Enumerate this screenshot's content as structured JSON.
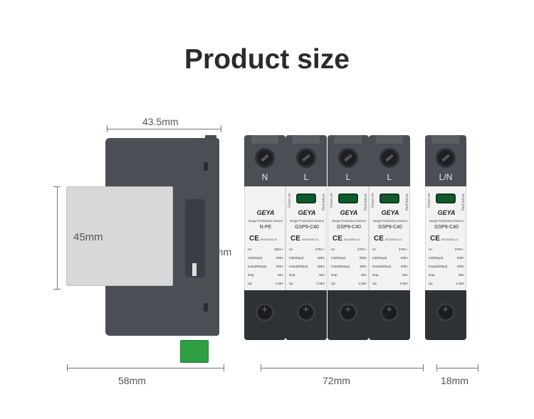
{
  "title": "Product size",
  "dimensions": {
    "width_side": "43.5mm",
    "height_panel": "45mm",
    "depth_rail": "7mm",
    "depth_total": "58mm",
    "width_group": "72mm",
    "width_single": "18mm"
  },
  "modules": [
    {
      "terminal": "N",
      "brand": "GEYA",
      "subtitle": "Surge Protective Device",
      "model": "N-PE",
      "standard": "IEC61643-11",
      "window": false,
      "specs": [
        {
          "k": "Uc",
          "v": "255V~"
        },
        {
          "k": "In(8/20μs)",
          "v": "20kA"
        },
        {
          "k": "Imax(8/20μs)",
          "v": "40kA"
        },
        {
          "k": "Iimp",
          "v": "5kA"
        },
        {
          "k": "Up",
          "v": "1.5kV"
        }
      ]
    },
    {
      "terminal": "L",
      "brand": "GEYA",
      "subtitle": "Surge Protective Device",
      "model": "GSP9-C40",
      "standard": "IEC61643-11",
      "window": true,
      "left_text": "Green:ok",
      "right_text": "Red:failure",
      "specs": [
        {
          "k": "Uc",
          "v": "275V~"
        },
        {
          "k": "In(8/20μs)",
          "v": "20kA"
        },
        {
          "k": "Imax(8/20μs)",
          "v": "40kA"
        },
        {
          "k": "Iimp",
          "v": "5kA"
        },
        {
          "k": "Up",
          "v": "1.5kV"
        }
      ]
    },
    {
      "terminal": "L",
      "brand": "GEYA",
      "subtitle": "Surge Protective Device",
      "model": "GSP9-C40",
      "standard": "IEC61643-11",
      "window": true,
      "left_text": "Green:ok",
      "right_text": "Red:failure",
      "specs": [
        {
          "k": "Uc",
          "v": "275V~"
        },
        {
          "k": "In(8/20μs)",
          "v": "20kA"
        },
        {
          "k": "Imax(8/20μs)",
          "v": "40kA"
        },
        {
          "k": "Iimp",
          "v": "5kA"
        },
        {
          "k": "Up",
          "v": "1.5kV"
        }
      ]
    },
    {
      "terminal": "L",
      "brand": "GEYA",
      "subtitle": "Surge Protective Device",
      "model": "GSP9-C40",
      "standard": "IEC61643-11",
      "window": true,
      "left_text": "Green:ok",
      "right_text": "Red:failure",
      "specs": [
        {
          "k": "Uc",
          "v": "275V~"
        },
        {
          "k": "In(8/20μs)",
          "v": "20kA"
        },
        {
          "k": "Imax(8/20μs)",
          "v": "40kA"
        },
        {
          "k": "Iimp",
          "v": "5kA"
        },
        {
          "k": "Up",
          "v": "1.5kV"
        }
      ]
    },
    {
      "terminal": "L/N",
      "brand": "GEYA",
      "subtitle": "Surge Protective Device",
      "model": "GSP9-C40",
      "standard": "IEC61643-11",
      "window": true,
      "left_text": "Green:ok",
      "right_text": "Red:failure",
      "specs": [
        {
          "k": "Uc",
          "v": "275V~"
        },
        {
          "k": "In(8/20μs)",
          "v": "20kA"
        },
        {
          "k": "Imax(8/20μs)",
          "v": "40kA"
        },
        {
          "k": "Iimp",
          "v": "5kA"
        },
        {
          "k": "Up",
          "v": "1.5kV"
        }
      ]
    }
  ],
  "colors": {
    "housing": "#4a4f56",
    "face": "#f2f2f2",
    "indicator": "#0f5a2a",
    "terminal_block": "#2ea043"
  }
}
